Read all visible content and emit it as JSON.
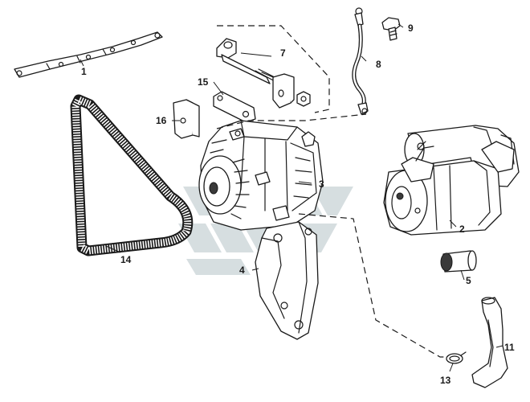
{
  "callouts": {
    "c1": "1",
    "c2": "2",
    "c3": "3",
    "c4": "4",
    "c5": "5",
    "c7": "7",
    "c8": "8",
    "c9": "9",
    "c11": "11",
    "c13": "13",
    "c14": "14",
    "c15": "15",
    "c16": "16"
  },
  "colors": {
    "line": "#1a1a1a",
    "watermark": "#c9d3d6"
  }
}
